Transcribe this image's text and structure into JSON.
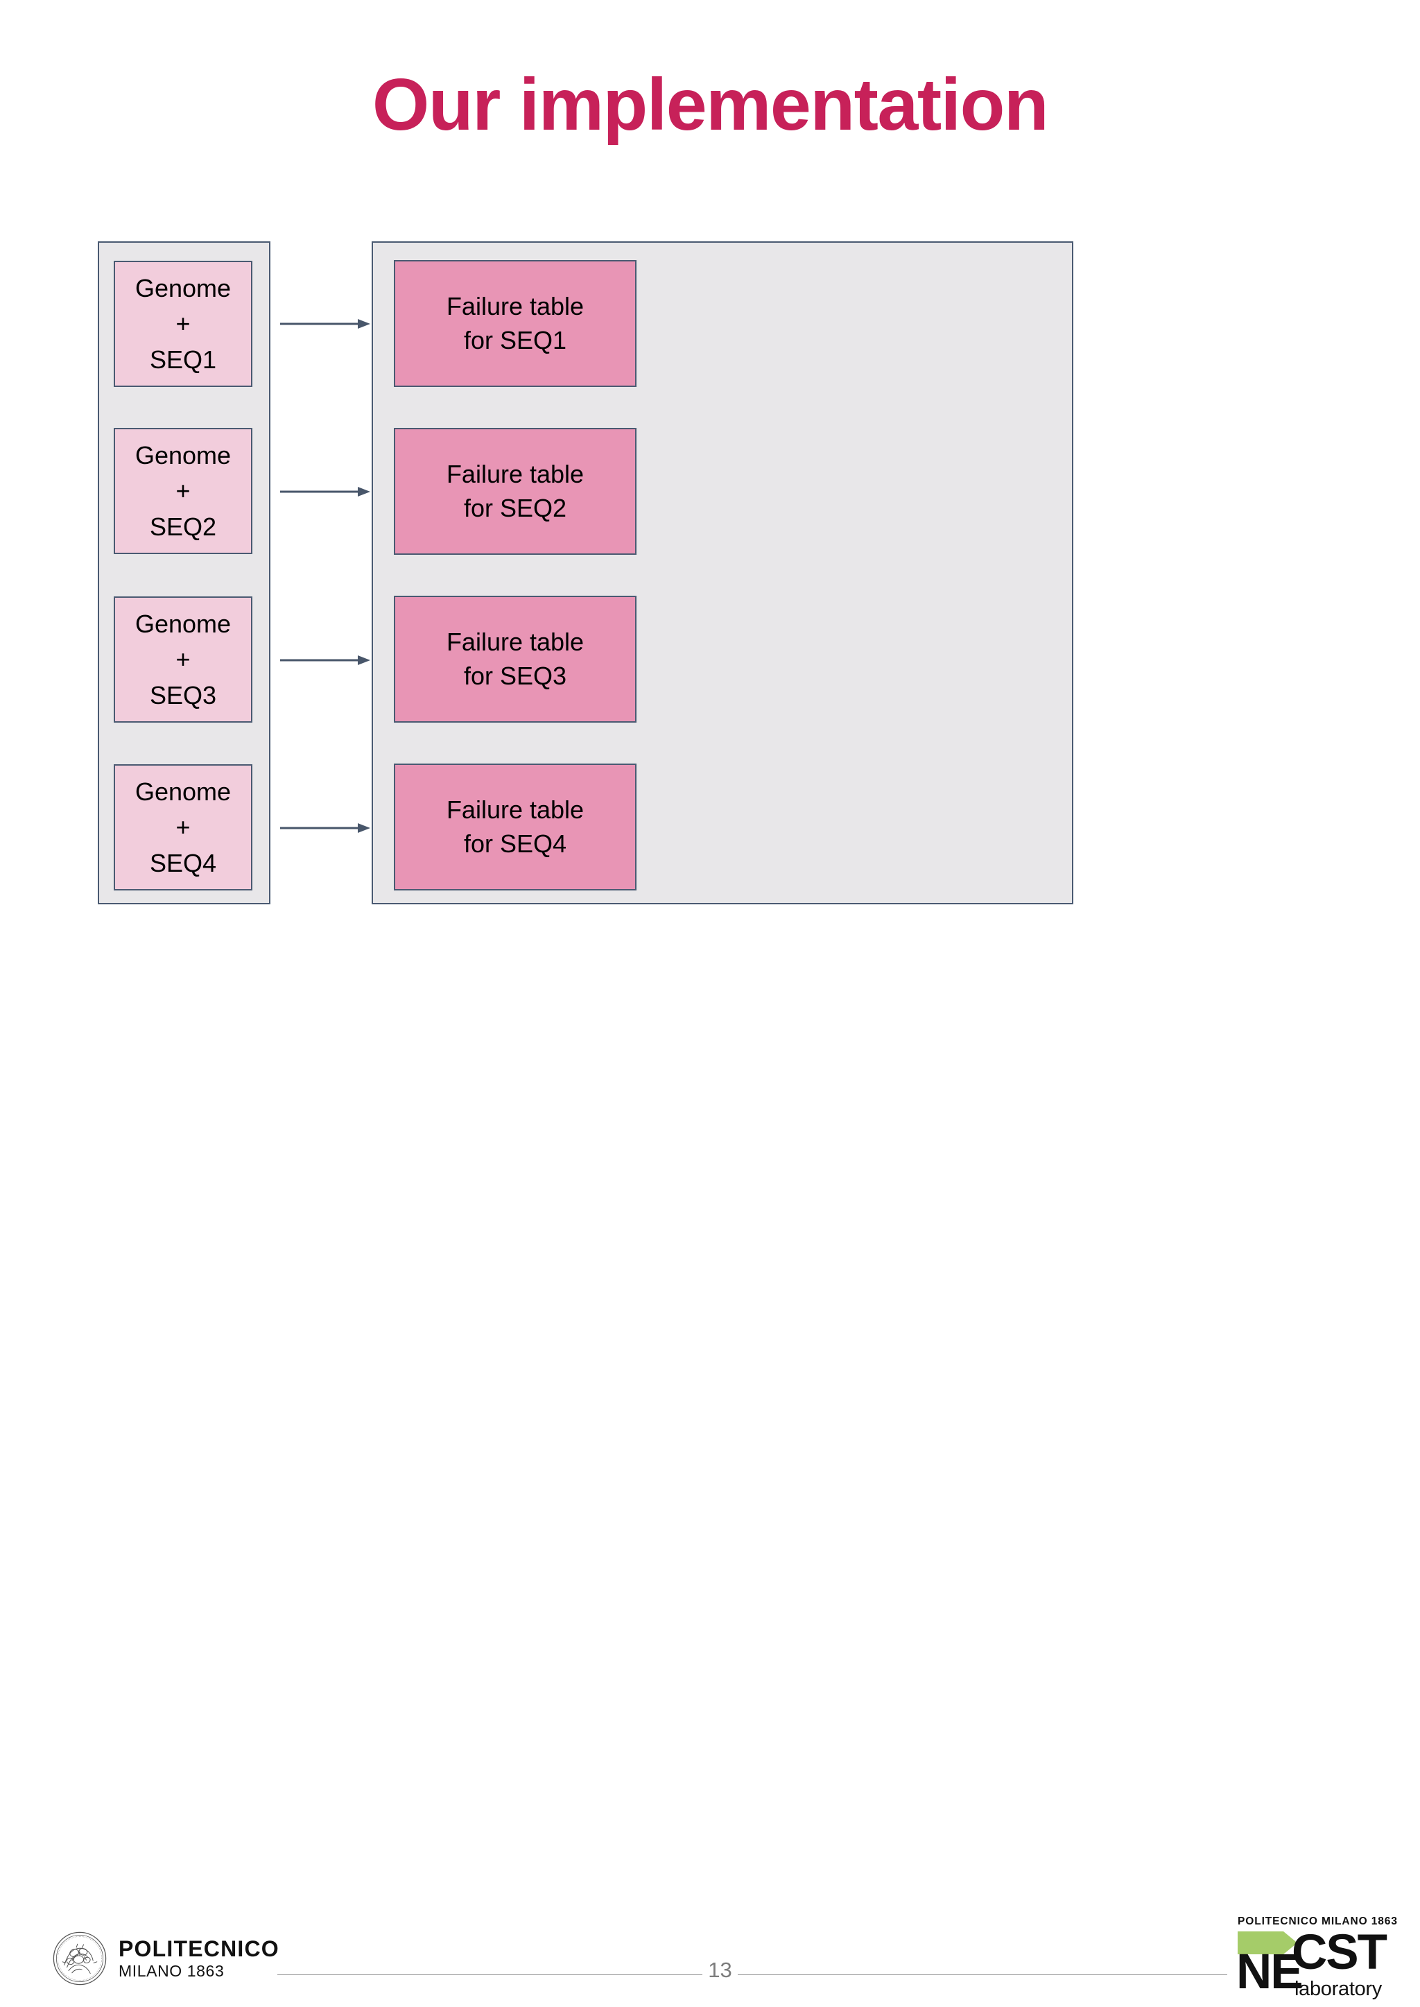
{
  "slide": {
    "title": "Our implementation",
    "page_number": "13",
    "title_color": "#c72159",
    "panel_fill": "#e8e7e9",
    "panel_border": "#4a5a72",
    "genome_fill": "#f2cddc",
    "failure_fill": "#e895b5",
    "arrow_color": "#48566a",
    "page_number_color": "#7d7d7d"
  },
  "diagram": {
    "inputs": [
      {
        "line1": "Genome",
        "line2": "+",
        "line3": "SEQ1"
      },
      {
        "line1": "Genome",
        "line2": "+",
        "line3": "SEQ2"
      },
      {
        "line1": "Genome",
        "line2": "+",
        "line3": "SEQ3"
      },
      {
        "line1": "Genome",
        "line2": "+",
        "line3": "SEQ4"
      }
    ],
    "outputs": [
      {
        "line1": "Failure table",
        "line2": "for SEQ1"
      },
      {
        "line1": "Failure table",
        "line2": "for SEQ2"
      },
      {
        "line1": "Failure table",
        "line2": "for SEQ3"
      },
      {
        "line1": "Failure table",
        "line2": "for SEQ4"
      }
    ]
  },
  "footer": {
    "polimi": {
      "name": "POLITECNICO",
      "subtitle": "MILANO 1863"
    },
    "necst": {
      "top_line": "POLITECNICO MILANO 1863",
      "mark_ne": "NE",
      "mark_cst": "CST",
      "laboratory": "laboratory",
      "green_color": "#a5cc69"
    }
  }
}
